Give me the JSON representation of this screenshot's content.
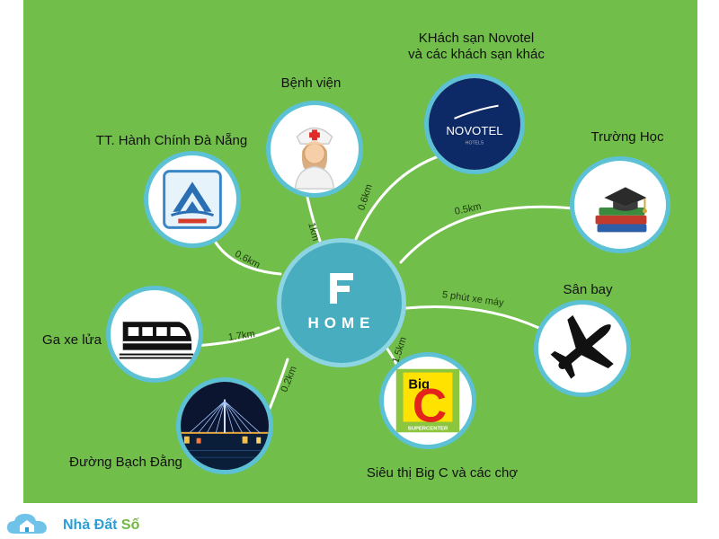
{
  "hub": {
    "text": "HOME",
    "logo_letter": "F"
  },
  "nodes": [
    {
      "id": "hospital",
      "label": "Bệnh viện",
      "distance": "1km",
      "icon": "nurse-icon"
    },
    {
      "id": "hotel",
      "label_line1": "KHách sạn Novotel",
      "label_line2": "và các khách sạn khác",
      "distance": "0.6km",
      "icon": "novotel-logo",
      "logo_text": "NOVOTEL",
      "logo_sub": "HOTELS"
    },
    {
      "id": "admin",
      "label": "TT. Hành Chính Đà Nẵng",
      "distance": "0.6km",
      "icon": "danang-emblem"
    },
    {
      "id": "school",
      "label": "Trường Học",
      "distance": "0.5km",
      "icon": "graduation-books-icon"
    },
    {
      "id": "train",
      "label": "Ga xe lửa",
      "distance": "1.7km",
      "icon": "train-icon"
    },
    {
      "id": "airport",
      "label": "Sân bay",
      "distance": "5 phút xe máy",
      "icon": "airplane-icon"
    },
    {
      "id": "street",
      "label": "Đường Bạch Đằng",
      "distance": "0.2km",
      "icon": "bridge-night-photo"
    },
    {
      "id": "market",
      "label": "Siêu thị Big C và các chợ",
      "distance": "1.5km",
      "icon": "bigc-logo",
      "logo_top": "Big",
      "logo_letter": "C",
      "logo_sub": "SUPERCENTER"
    }
  ],
  "watermark": {
    "text_a": "Nhà Đất",
    "text_b": "Số"
  },
  "colors": {
    "background": "#71be4a",
    "ring": "#5cc1d4",
    "hub": "#49adc0",
    "line": "#ffffff"
  }
}
